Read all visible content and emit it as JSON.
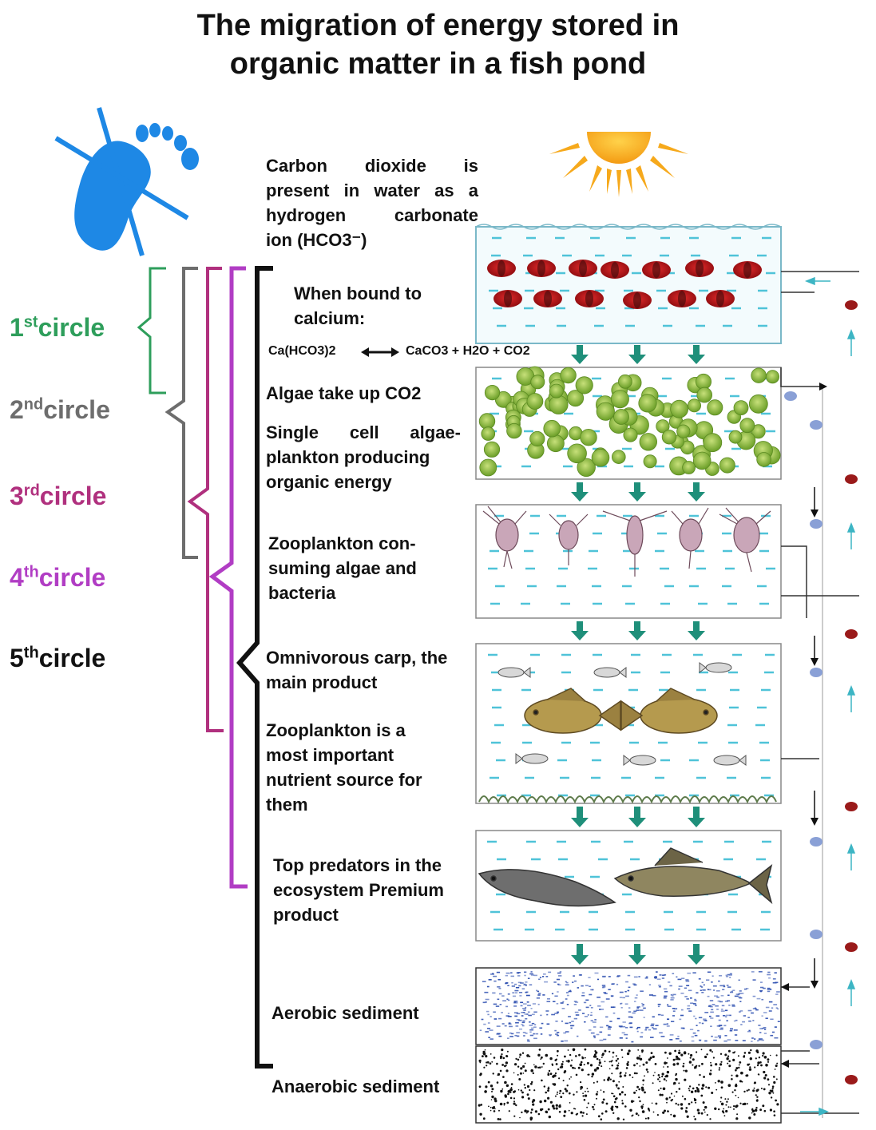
{
  "title": {
    "line1": "The migration of energy stored in",
    "line2": "organic matter in a fish pond"
  },
  "icons": {
    "footprint": "crossed-footprint-icon",
    "sun": "sun-icon"
  },
  "circles": [
    {
      "num": "1",
      "sup": "st",
      "word": "circle",
      "color": "#2e9e5b"
    },
    {
      "num": "2",
      "sup": "nd",
      "word": "circle",
      "color": "#6d6d6d"
    },
    {
      "num": "3",
      "sup": "rd",
      "word": "circle",
      "color": "#b0307e"
    },
    {
      "num": "4",
      "sup": "th",
      "word": "circle",
      "color": "#b13dc4"
    },
    {
      "num": "5",
      "sup": "th",
      "word": "circle",
      "color": "#111111"
    }
  ],
  "descriptions": {
    "co2": "Carbon dioxide is present in water as a hydrogen carbonate",
    "co2_last": "ion (HCO3⁻)",
    "calcium": "When bound to calcium:",
    "equation_left": "Ca(HCO3)2",
    "equation_right": "CaCO3 + H2O + CO2",
    "algae_co2": "Algae take up CO2",
    "single_cell": "Single cell algae-",
    "single_cell_rest": "plankton producing organic energy",
    "zooplankton": "Zooplankton con-",
    "zooplankton_rest": "suming algae and bacteria",
    "carp": "Omnivorous carp, the main product",
    "zoo_source": "Zooplankton is a most important nutrient source for them",
    "predators": "Top predators in the ecosystem Premium product",
    "aerobic": "Aerobic sediment",
    "anaerobic": "Anaerobic sediment"
  },
  "colors": {
    "water_dash": "#4fc3d8",
    "flow_arrow": "#1f8f7a",
    "algae": "#8fc23a",
    "erythrocyte": "#c0131a",
    "footprint": "#1e88e5",
    "sun": "#f9b51a",
    "sediment_aerobic": "#2d4fb0",
    "sediment_anaerobic": "#111111"
  }
}
